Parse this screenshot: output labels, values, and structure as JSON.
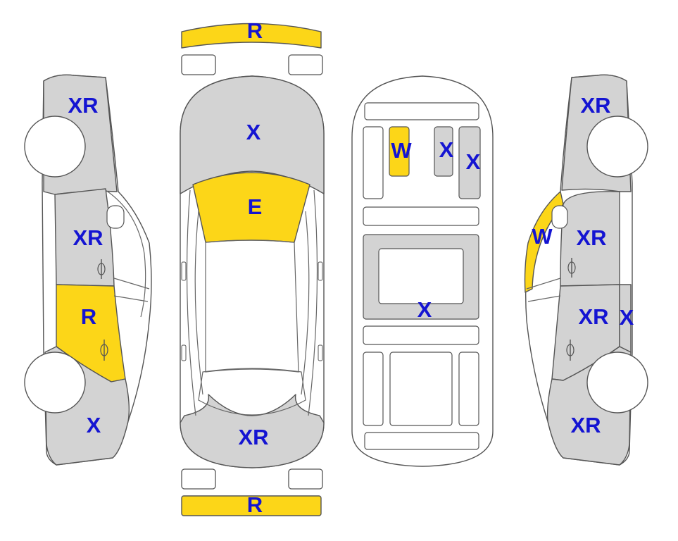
{
  "colors": {
    "damaged_gray": "#d3d3d3",
    "highlight_yellow": "#fcd618",
    "label_blue": "#1414d2",
    "outline": "#555555",
    "background": "#ffffff"
  },
  "labels": {
    "front_bumper": "R",
    "rear_bumper": "R",
    "hood": "X",
    "windshield": "E",
    "trunk": "XR",
    "left_front_fender": "XR",
    "left_front_door": "XR",
    "left_rear_door": "R",
    "left_rear_quarter": "X",
    "right_front_fender": "XR",
    "right_a_pillar": "W",
    "right_front_door": "XR",
    "right_rear_door": "XR",
    "right_rear_door_edge": "X",
    "right_rear_quarter": "XR",
    "floor_seat_pan": "W",
    "floor_rail_center": "X",
    "floor_rail_right": "X",
    "floor_center_section": "X"
  }
}
